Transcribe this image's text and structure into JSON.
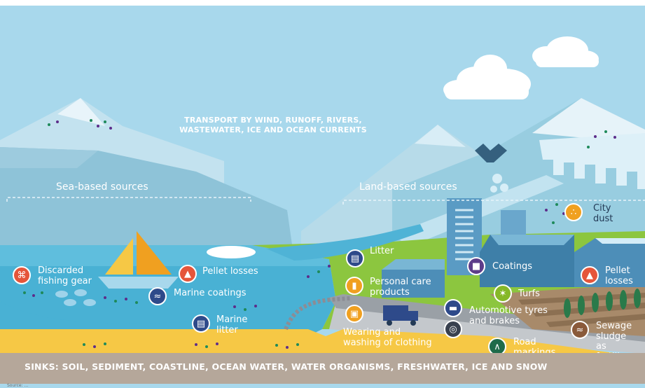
{
  "transport_label": [
    "TRANSPORT BY WIND, RUNOFF, RIVERS,",
    "WASTEWATER, ICE AND OCEAN CURRENTS"
  ],
  "sea_based_label": "Sea-based sources",
  "land_based_label": "Land-based sources",
  "sinks_label": "SINKS: SOIL, SEDIMENT, COASTLINE, OCEAN WATER, WATER ORGANISMS, FRESHWATER, ICE AND SNOW",
  "sea_sources": {
    "fishing_gear": [
      "Discarded",
      "fishing gear"
    ],
    "pellet_losses": "Pellet losses",
    "marine_coatings": "Marine coatings",
    "marine_litter": [
      "Marine",
      "litter"
    ]
  },
  "land_sources": {
    "litter": "Litter",
    "personal_care": [
      "Personal care",
      "products"
    ],
    "wearing_washing": [
      "Wearing and",
      "washing of clothing"
    ],
    "coatings": "Coatings",
    "turfs": "Turfs",
    "automotive": [
      "Automotive tyres",
      "and brakes"
    ],
    "road_markings": [
      "Road",
      "markings"
    ],
    "city_dust": [
      "City",
      "dust"
    ],
    "pellet_losses": [
      "Pellet",
      "losses"
    ],
    "sewage_sludge": [
      "Sewage",
      "sludge",
      "as",
      "fertiliser"
    ]
  },
  "icons": {
    "fishing_gear": "fish-icon",
    "pellet_losses": "pellet-drop-icon",
    "marine_coatings": "swimmer-icon",
    "marine_litter": "trash-bin-icon",
    "litter": "trash-bin-icon",
    "personal_care": "cosmetic-bottle-icon",
    "wearing_washing": "washing-machine-icon",
    "coatings": "paint-roller-icon",
    "turfs": "grass-icon",
    "automotive": "car-icon",
    "tyre": "tyre-icon",
    "road_markings": "road-icon",
    "city_dust": "dust-icon",
    "land_pellet_losses": "pellet-drop-icon",
    "sewage_sludge": "sludge-icon"
  },
  "colors": {
    "sky": "#a8d8ec",
    "ocean": "#49b1d4",
    "land": "#8cc63f",
    "beach": "#f6c845",
    "sinks_band": "#b5a79a",
    "badge_red": "#e5553a",
    "badge_navy": "#2e4a8a",
    "badge_orange": "#f0a020",
    "particle_purple": "#5d2d8a",
    "particle_green": "#1e8a5a"
  },
  "footnote": "Source: ..."
}
